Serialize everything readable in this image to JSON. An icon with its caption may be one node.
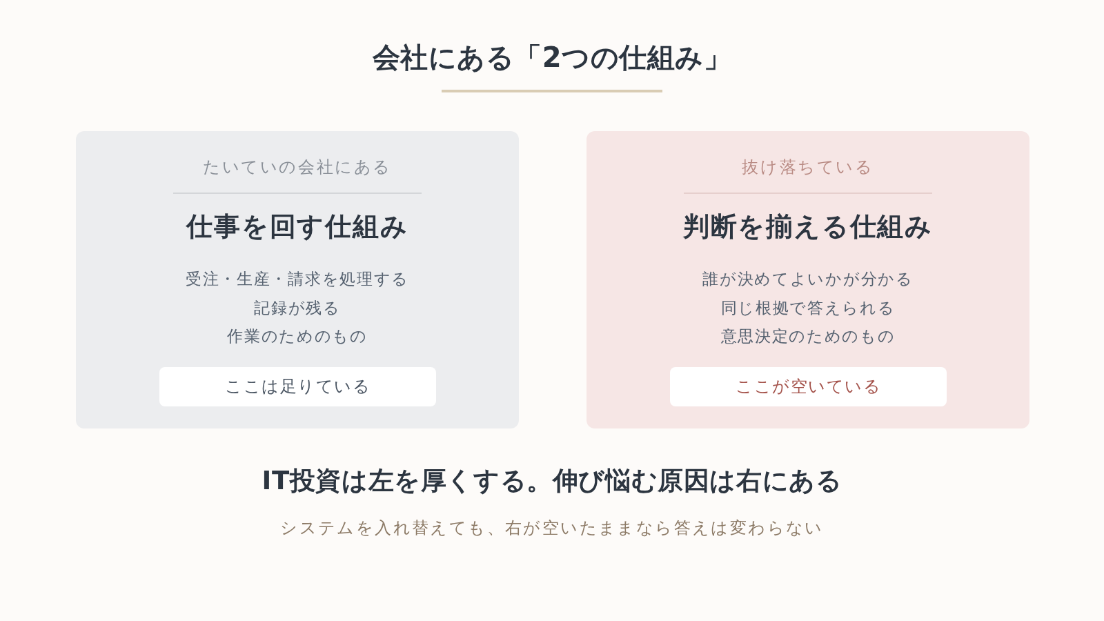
{
  "diagram": {
    "title": "会社にある「2つの仕組み」",
    "nodes": [
      {
        "text": [
          "たいていの会社にある",
          "仕事を回す仕組み",
          "受注・生産・請求を処理する",
          "記録が残る",
          "作業のためのもの"
        ]
      },
      {
        "text": [
          "ここは足りている"
        ],
        "in": 0
      },
      {
        "text": [
          "抜け落ちている",
          "判断を揃える仕組み",
          "誰が決めてよいかが分かる",
          "同じ根拠で答えられる",
          "意思決定のためのもの"
        ]
      },
      {
        "text": [
          "ここが空いている"
        ],
        "in": 2
      }
    ],
    "labels": [
      "IT投資は左を厚くする。伸び悩む原因は右にある",
      "システムを入れ替えても、右が空いたままなら答えは変わらない"
    ]
  }
}
